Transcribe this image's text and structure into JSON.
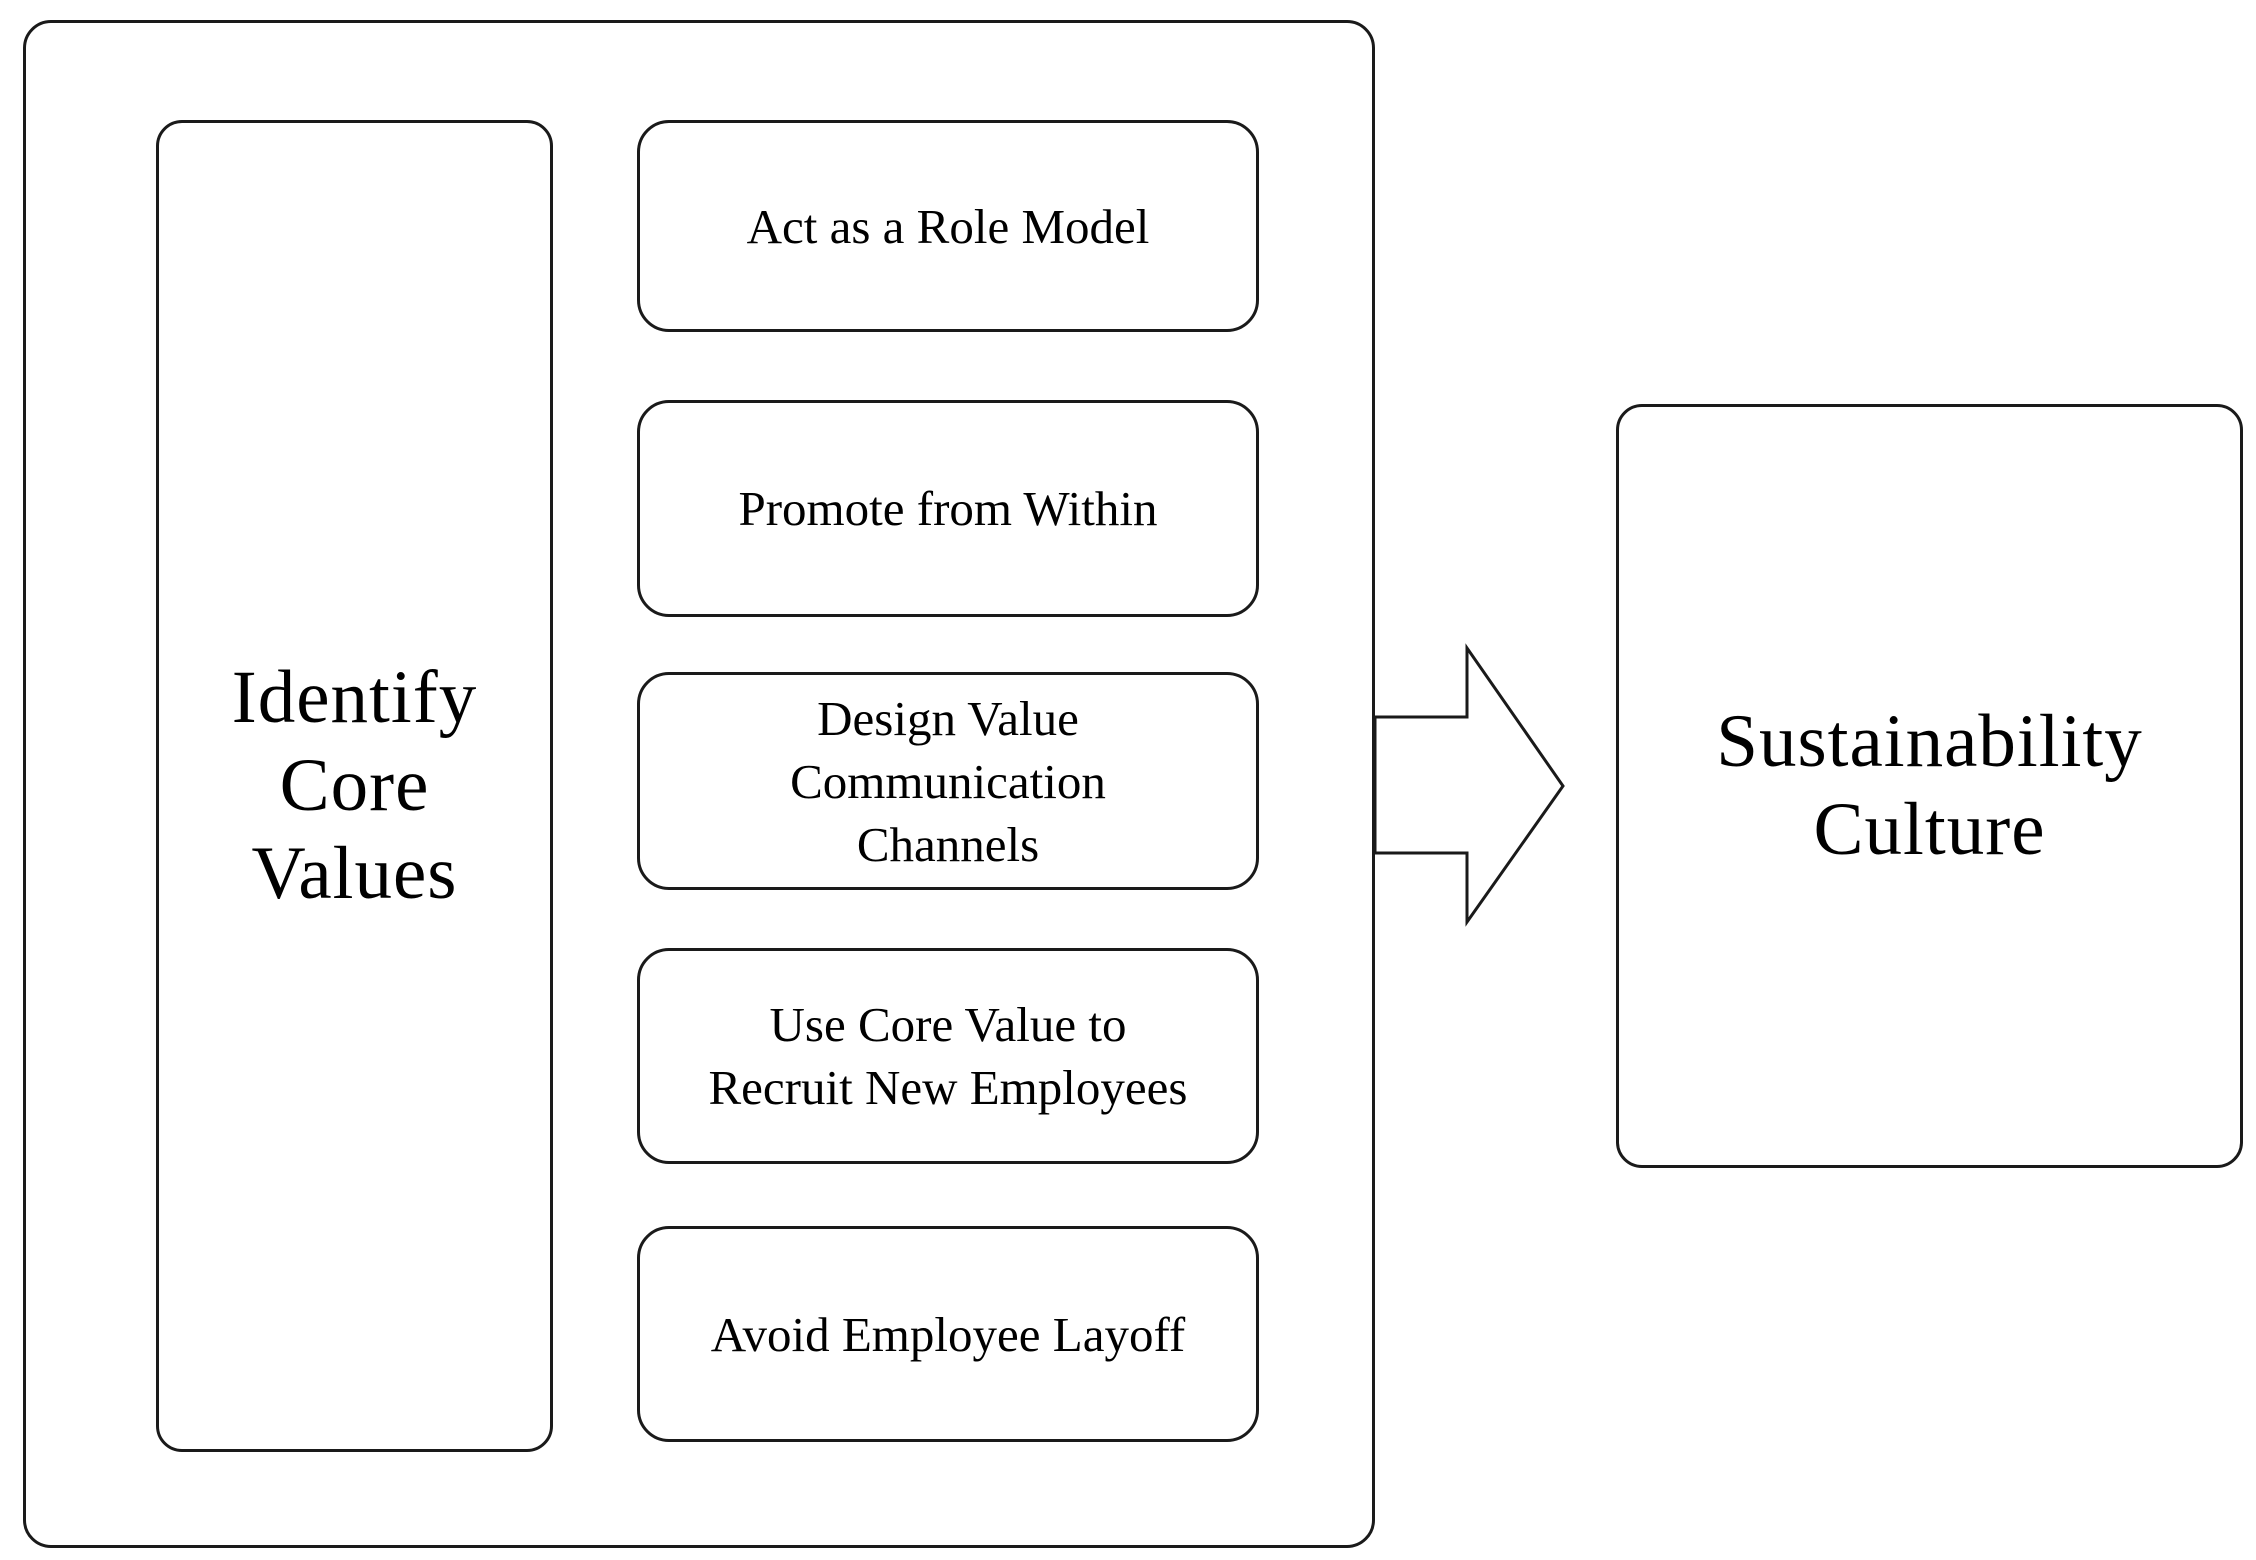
{
  "diagram": {
    "core_values_label": "Identify\nCore\nValues",
    "actions": [
      "Act as a Role Model",
      "Promote from Within",
      "Design Value\nCommunication\nChannels",
      "Use Core Value to\nRecruit New Employees",
      "Avoid Employee Layoff"
    ],
    "outcome_label": "Sustainability\nCulture",
    "colors": {
      "stroke": "#1a1a1a",
      "fill": "#ffffff",
      "text": "#000000"
    },
    "icons": [
      "right-arrow-icon"
    ]
  }
}
